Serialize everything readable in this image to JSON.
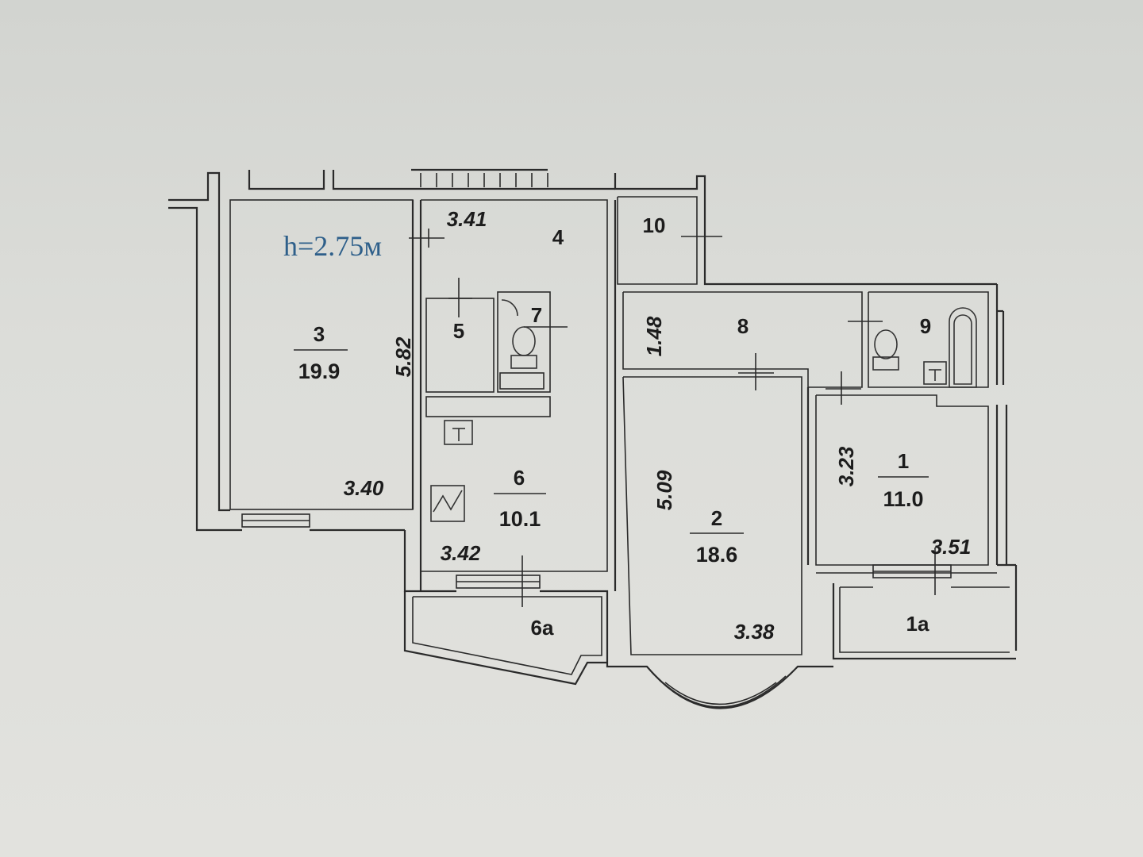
{
  "ceiling_height": "h=2.75м",
  "rooms": [
    {
      "id": "r1",
      "number": "1",
      "area": "11.0"
    },
    {
      "id": "r1a",
      "number": "1а"
    },
    {
      "id": "r2",
      "number": "2",
      "area": "18.6"
    },
    {
      "id": "r3",
      "number": "3",
      "area": "19.9"
    },
    {
      "id": "r4",
      "number": "4"
    },
    {
      "id": "r5",
      "number": "5"
    },
    {
      "id": "r6",
      "number": "6",
      "area": "10.1"
    },
    {
      "id": "r6a",
      "number": "6а"
    },
    {
      "id": "r7",
      "number": "7"
    },
    {
      "id": "r8",
      "number": "8"
    },
    {
      "id": "r9",
      "number": "9"
    },
    {
      "id": "r10",
      "number": "10"
    }
  ],
  "dimensions": {
    "d341": "3.41",
    "d582": "5.82",
    "d340": "3.40",
    "d148": "1.48",
    "d342": "3.42",
    "d509": "5.09",
    "d338": "3.38",
    "d323": "3.23",
    "d351": "3.51"
  }
}
